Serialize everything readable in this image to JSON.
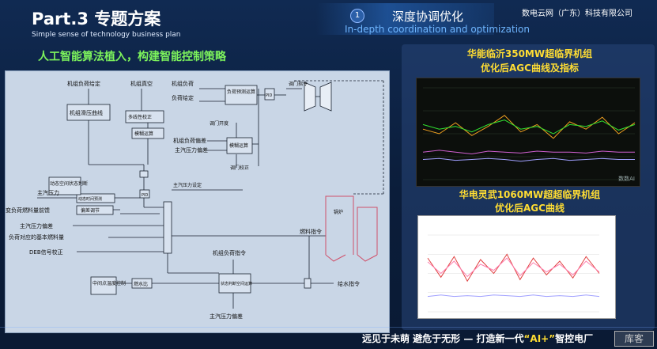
{
  "header": {
    "part": "Part.3 专题方案",
    "sub": "Simple sense of technology business plan",
    "badge": "1",
    "title": "深度协调优化",
    "title_en": "In-depth coordination and optimization",
    "company": "数电云网（广东）科技有限公司"
  },
  "subtitle": "人工智能算法植入，构建智能控制策略",
  "diagram": {
    "labels": {
      "l01": "机组负荷给定",
      "l02": "机组滑压曲线",
      "l03": "机组负荷",
      "l04": "机组真空",
      "l05": "多线性校正",
      "l06": "模糊运算",
      "l07": "机组负荷",
      "l08": "负荷预测运算",
      "l09": "主汽压力设定",
      "l10": "动态空间状态判断",
      "l11": "主汽压力",
      "l12": "动态时间预测",
      "l13": "PID",
      "l14": "变负荷燃料量前馈",
      "l15": "偏差调节",
      "l16": "主汽压力偏差",
      "l17": "负荷对应的基本燃料量",
      "l18": "DEB信号校正",
      "l19": "调门指令",
      "l20": "调门开度",
      "l21": "机组负荷偏差",
      "l22": "主汽压力偏差",
      "l23": "模糊运算",
      "l24": "调门校正",
      "l25": "燃料指令",
      "l26": "锅炉",
      "l27": "机组负荷指令",
      "l28": "中间点温度控制",
      "l29": "燃水比",
      "l30": "状态判断空间运算",
      "l31": "给水指令",
      "l32": "主汽压力偏差",
      "l33": "PID",
      "l34": "负荷给定"
    },
    "colors": {
      "bg": "#c9d6e6",
      "line": "#1a2230",
      "boiler": "#d0506a"
    }
  },
  "right_panel": {
    "chart1_title_line1": "华能临沂350MW超临界机组",
    "chart1_title_line2": "优化后AGC曲线及指标",
    "chart2_title_line1": "华电灵武1060MW超超临界机组",
    "chart2_title_line2": "优化后AGC曲线",
    "chart1_watermark": "数数AI"
  },
  "footer": {
    "text_a": "远见于未萌  避危于无形  —  打造新一代",
    "text_q": "“AI+”",
    "text_b": "智控电厂"
  },
  "stamp": "库客",
  "chart_data": [
    {
      "type": "line",
      "title": "华能临沂350MW超临界机组 优化后AGC曲线及指标",
      "series": [
        {
          "values": [
            0.55,
            0.5,
            0.62,
            0.48,
            0.58,
            0.7,
            0.52,
            0.6,
            0.45,
            0.63,
            0.55,
            0.68,
            0.5,
            0.62
          ]
        },
        {
          "values": [
            0.6,
            0.55,
            0.58,
            0.52,
            0.6,
            0.65,
            0.55,
            0.58,
            0.5,
            0.6,
            0.58,
            0.64,
            0.54,
            0.6
          ]
        },
        {
          "values": [
            0.3,
            0.32,
            0.3,
            0.28,
            0.31,
            0.3,
            0.29,
            0.31,
            0.3,
            0.3,
            0.29,
            0.31,
            0.3,
            0.3
          ]
        },
        {
          "values": [
            0.22,
            0.23,
            0.21,
            0.22,
            0.23,
            0.22,
            0.2,
            0.22,
            0.23,
            0.21,
            0.22,
            0.23,
            0.22,
            0.22
          ]
        }
      ],
      "colors": [
        "#f0a020",
        "#30e030",
        "#d060d0",
        "#a0a0ff"
      ]
    },
    {
      "type": "line",
      "title": "华电灵武1060MW超超临界机组 优化后AGC曲线",
      "series": [
        {
          "values": [
            0.7,
            0.45,
            0.72,
            0.4,
            0.68,
            0.5,
            0.75,
            0.42,
            0.7,
            0.48,
            0.66,
            0.44,
            0.72,
            0.5
          ]
        },
        {
          "values": [
            0.65,
            0.5,
            0.66,
            0.46,
            0.62,
            0.54,
            0.7,
            0.47,
            0.64,
            0.52,
            0.62,
            0.48,
            0.66,
            0.52
          ]
        },
        {
          "values": [
            0.2,
            0.22,
            0.2,
            0.21,
            0.2,
            0.22,
            0.21,
            0.2,
            0.22,
            0.2,
            0.21,
            0.2,
            0.22,
            0.2
          ]
        }
      ],
      "colors": [
        "#e04040",
        "#ff80b0",
        "#a0a0ff"
      ]
    }
  ]
}
